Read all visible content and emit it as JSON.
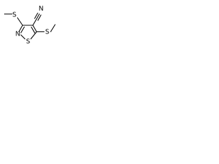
{
  "molecule": {
    "atoms": {
      "ring_sulfur": "S",
      "ring_nitrogen": "N",
      "nitrile_nitrogen": "N",
      "left_methylthio_sulfur": "S",
      "right_methylthio_sulfur": "S"
    }
  }
}
